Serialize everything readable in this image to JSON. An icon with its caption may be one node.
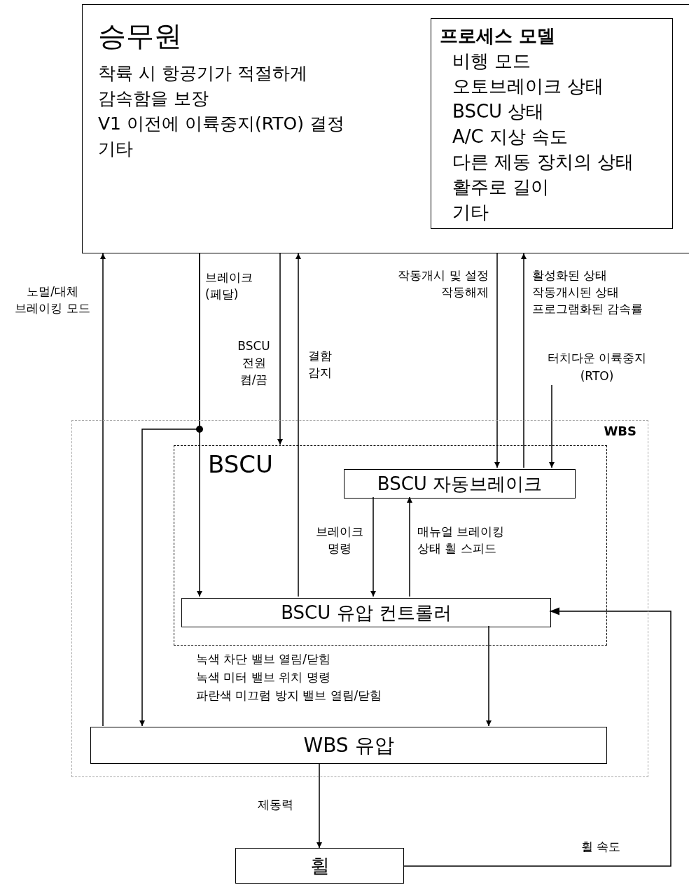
{
  "diagram": {
    "nodes": [
      {
        "text": [
          "승무원",
          "착륙 시 항공기가 적절하게 감속함을 보장",
          "V1 이전에 이륙중지(RTO) 결정",
          "기타"
        ]
      },
      {
        "text": [
          "프로세스 모델",
          "비행 모드",
          "오토브레이크 상태",
          "BSCU 상태",
          "A/C 지상 속도",
          "다른 제동 장치의 상태",
          "활주로 길이",
          "기타"
        ],
        "in": 0
      },
      {
        "text": [
          "WBS"
        ]
      },
      {
        "text": [
          "BSCU"
        ],
        "in": 2
      },
      {
        "text": [
          "BSCU 자동브레이크"
        ],
        "in": 3
      },
      {
        "text": [
          "BSCU 유압 컨트롤러"
        ],
        "in": 3
      },
      {
        "text": [
          "WBS 유압"
        ],
        "in": 2
      },
      {
        "text": [
          "휠"
        ]
      },
      {
        "text": [
          "터치다운 이륙중지(RTO)"
        ]
      }
    ],
    "edges": [
      {
        "from": 6,
        "to": 0,
        "arrow": "to",
        "label": "노멀/대체 브레이킹 모드"
      },
      {
        "from": 0,
        "to": 5,
        "arrow": "to",
        "label": "브레이크 (페달)"
      },
      {
        "from": 0,
        "to": 6,
        "arrow": "to"
      },
      {
        "from": 0,
        "to": 3,
        "arrow": "to",
        "label": "BSCU 전원 켬/끔"
      },
      {
        "from": 5,
        "to": 0,
        "arrow": "to",
        "label": "결함 감지"
      },
      {
        "from": 0,
        "to": 4,
        "arrow": "to",
        "label": "작동개시 및 설정 작동해제"
      },
      {
        "from": 4,
        "to": 0,
        "arrow": "to",
        "label": "활성화된 상태 작동개시된 상태 프로그램화된 감속률"
      },
      {
        "from": 8,
        "to": 4,
        "arrow": "to"
      },
      {
        "from": 4,
        "to": 5,
        "arrow": "to",
        "label": "브레이크 명령"
      },
      {
        "from": 5,
        "to": 4,
        "arrow": "to",
        "label": "매뉴얼 브레이킹 상태 휠 스피드"
      },
      {
        "from": 5,
        "to": 6,
        "arrow": "to"
      },
      {
        "from": 6,
        "to": 7,
        "arrow": "to",
        "label": "제동력"
      },
      {
        "from": 7,
        "to": 5,
        "arrow": "to",
        "label": "휠 속도"
      }
    ],
    "labels": [
      "녹색 차단 밸브 열림/닫힘",
      "녹색 미터 밸브 위치 명령",
      "파란색 미끄럼 방지 밸브 열림/닫힘"
    ]
  }
}
